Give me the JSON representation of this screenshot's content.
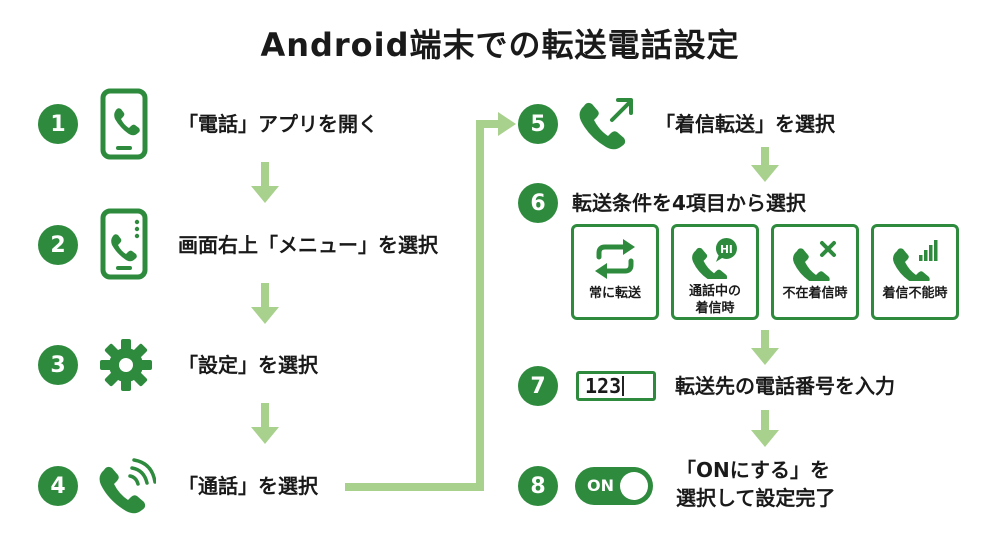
{
  "title": "Android端末での転送電話設定",
  "steps": [
    {
      "num": "1",
      "label": "「電話」アプリを開く",
      "icon": "smartphone-phone-icon"
    },
    {
      "num": "2",
      "label": "画面右上「メニュー」を選択",
      "icon": "smartphone-menu-icon"
    },
    {
      "num": "3",
      "label": "「設定」を選択",
      "icon": "gear-icon"
    },
    {
      "num": "4",
      "label": "「通話」を選択",
      "icon": "phone-calling-icon"
    },
    {
      "num": "5",
      "label": "「着信転送」を選択",
      "icon": "phone-forward-icon"
    },
    {
      "num": "6",
      "label": "転送条件を4項目から選択"
    },
    {
      "num": "7",
      "label": "転送先の電話番号を入力",
      "input_value": "123"
    },
    {
      "num": "8",
      "label_line1": "「ONにする」を",
      "label_line2": "選択して設定完了",
      "toggle_label": "ON"
    }
  ],
  "options": [
    {
      "line1": "常に転送",
      "line2": "",
      "icon": "repeat-icon"
    },
    {
      "line1": "通話中の",
      "line2": "着信時",
      "icon": "phone-busy-icon",
      "badge": "HI"
    },
    {
      "line1": "不在着信時",
      "line2": "",
      "icon": "phone-missed-icon"
    },
    {
      "line1": "着信不能時",
      "line2": "",
      "icon": "phone-no-signal-icon"
    }
  ],
  "colors": {
    "primary": "#2e8b3e",
    "arrow": "#a9d18e"
  }
}
